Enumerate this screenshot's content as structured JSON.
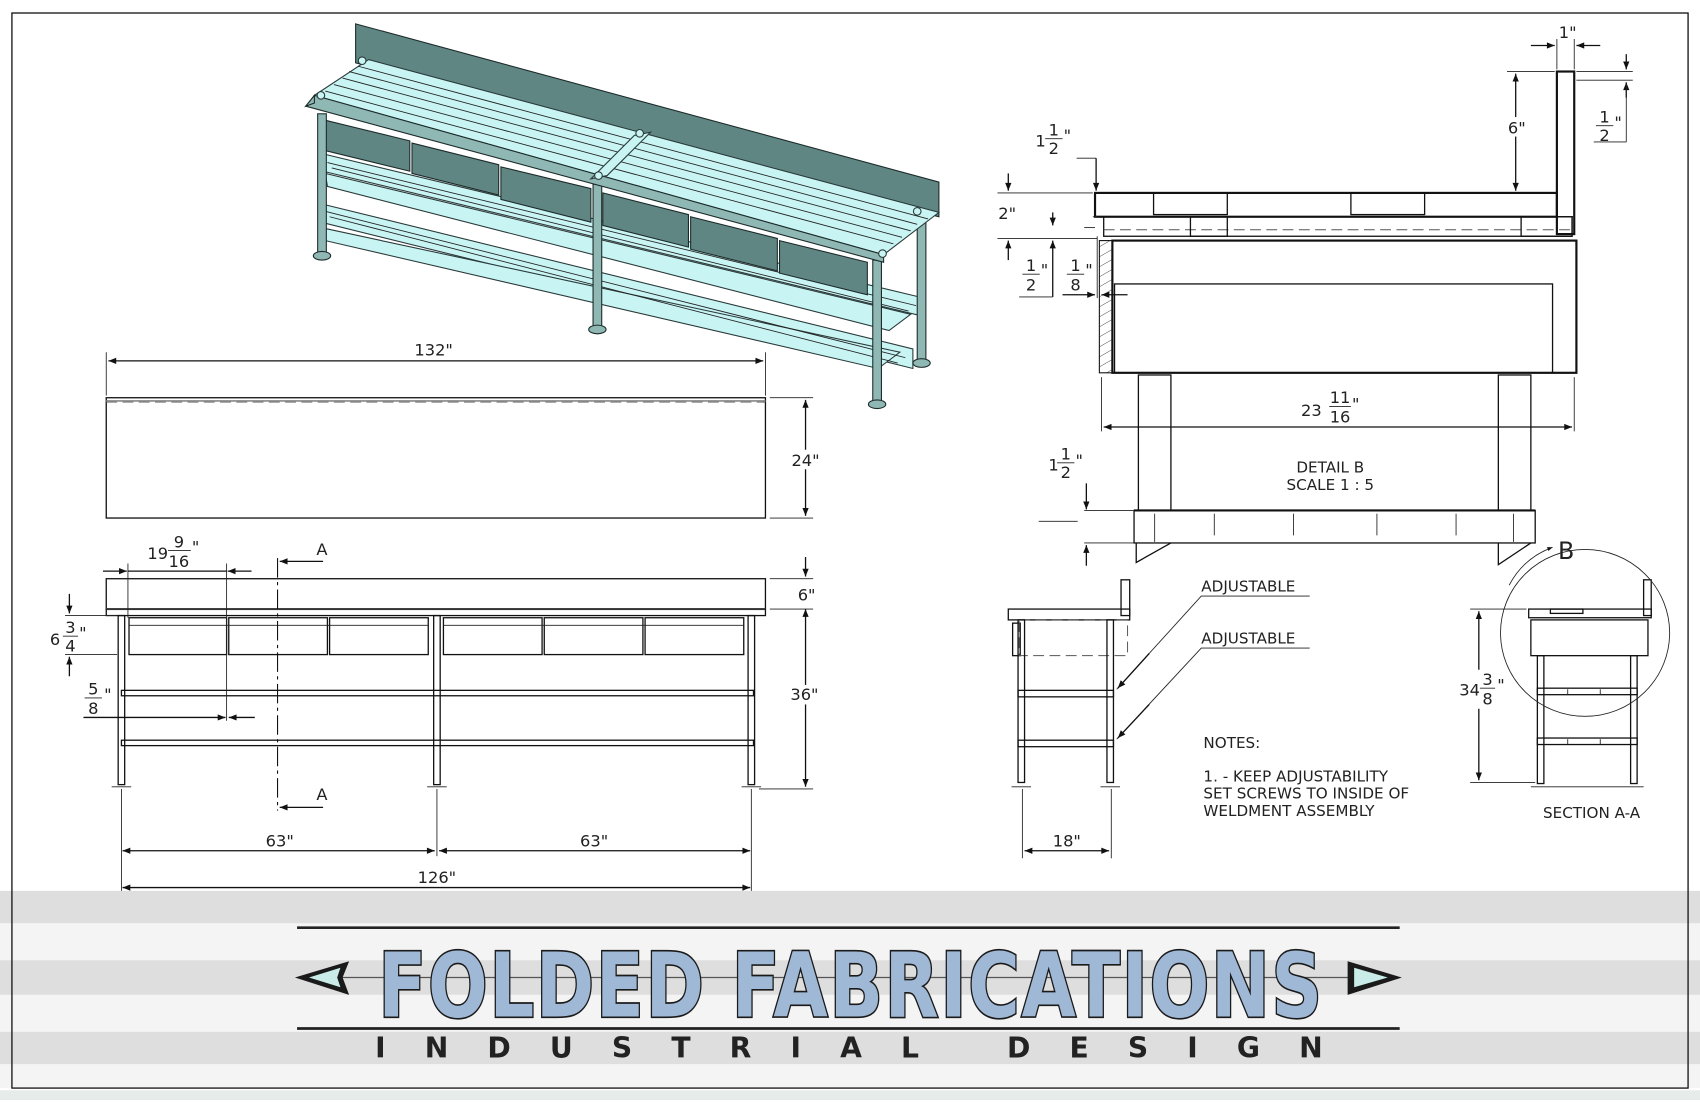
{
  "company": {
    "name": "FOLDED FABRICATIONS",
    "tagline": "INDUSTRIAL DESIGN"
  },
  "colors": {
    "model_top": "#c9f4f4",
    "model_dark": "#5f8683",
    "logo_fill": "#9fb8d6",
    "logo_stroke": "#1a1a1a",
    "band_gray": "#dedede"
  },
  "views": {
    "isometric": {
      "name": "isometric-model-view"
    },
    "top_view": {
      "width_dim": "132\"",
      "depth_dim": "24\""
    },
    "front_view": {
      "section_marker": "A",
      "drawer_width_whole": "19",
      "drawer_width_num": "9",
      "drawer_width_den": "16",
      "drawer_height_whole": "6",
      "drawer_height_num": "3",
      "drawer_height_den": "4",
      "leg_gap_num": "5",
      "leg_gap_den": "8",
      "backsplash_dim": "6\"",
      "height_dim": "36\"",
      "span_left": "63\"",
      "span_right": "63\"",
      "total_span": "126\""
    },
    "side_view": {
      "depth_dim": "18\"",
      "callouts": [
        "ADJUSTABLE",
        "ADJUSTABLE"
      ]
    },
    "detail_b": {
      "title": "DETAIL B",
      "scale": "SCALE 1 : 5",
      "backsplash_thickness": "1\"",
      "backsplash_height": "6\"",
      "backsplash_top_num": "1",
      "backsplash_top_den": "2",
      "top_offset_whole": "1",
      "top_offset_num": "1",
      "top_offset_den": "2",
      "top_thickness": "2\"",
      "lip_num": "1",
      "lip_den": "2",
      "gap_num": "1",
      "gap_den": "8",
      "drawer_width_whole": "23",
      "drawer_width_num": "11",
      "drawer_width_den": "16",
      "shelf_offset_whole": "1",
      "shelf_offset_num": "1",
      "shelf_offset_den": "2"
    },
    "section_a": {
      "title": "SECTION A-A",
      "detail_marker": "B",
      "height_whole": "34",
      "height_num": "3",
      "height_den": "8"
    }
  },
  "notes": {
    "heading": "NOTES:",
    "lines": [
      "1. - KEEP ADJUSTABILITY",
      "SET SCREWS TO INSIDE OF",
      "WELDMENT ASSEMBLY"
    ]
  }
}
